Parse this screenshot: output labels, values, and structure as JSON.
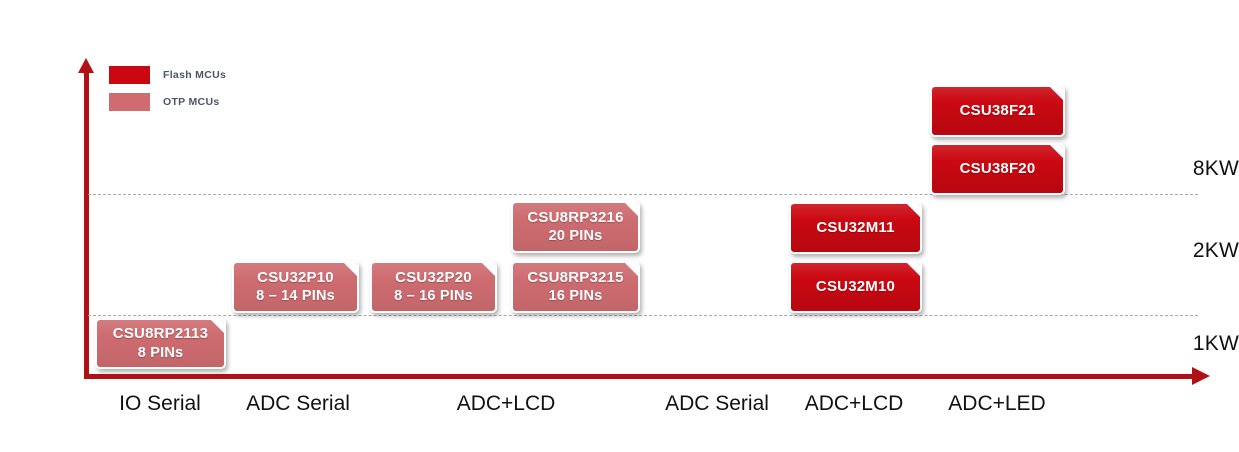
{
  "chart_data": {
    "type": "bar",
    "title": "",
    "xlabel": "",
    "ylabel": "",
    "grid": true,
    "legend_position": "top-left",
    "y_ticks": [
      "1KW",
      "2KW",
      "8KW"
    ],
    "gridlines": [
      "2KW-upper-band",
      "1KW-upper-band"
    ],
    "categories": [
      "IO Serial",
      "ADC Serial",
      "ADC+LCD",
      "ADC Serial",
      "ADC+LCD",
      "ADC+LED"
    ],
    "series": [
      {
        "name": "OTP MCUs",
        "color": "#CE6C70"
      },
      {
        "name": "Flash MCUs",
        "color": "#CB0812"
      }
    ],
    "items": [
      {
        "name": "CSU8RP2113",
        "pins": "8 PINs",
        "series": "OTP MCUs",
        "category": "IO Serial",
        "level": "1KW"
      },
      {
        "name": "CSU32P10",
        "pins": "8 – 14 PINs",
        "series": "OTP MCUs",
        "category": "ADC Serial",
        "level": "2KW"
      },
      {
        "name": "CSU32P20",
        "pins": "8 – 16 PINs",
        "series": "OTP MCUs",
        "category": "ADC+LCD",
        "level": "2KW"
      },
      {
        "name": "CSU8RP3215",
        "pins": "16 PINs",
        "series": "OTP MCUs",
        "category": "ADC+LCD",
        "level": "2KW"
      },
      {
        "name": "CSU8RP3216",
        "pins": "20 PINs",
        "series": "OTP MCUs",
        "category": "ADC+LCD",
        "level": "2KW+"
      },
      {
        "name": "CSU32M10",
        "pins": "",
        "series": "Flash MCUs",
        "category": "ADC Serial",
        "level": "2KW"
      },
      {
        "name": "CSU32M11",
        "pins": "",
        "series": "Flash MCUs",
        "category": "ADC+LCD",
        "level": "2KW+"
      },
      {
        "name": "CSU38F20",
        "pins": "",
        "series": "Flash MCUs",
        "category": "ADC+LED",
        "level": "8KW"
      },
      {
        "name": "CSU38F21",
        "pins": "",
        "series": "Flash MCUs",
        "category": "ADC+LED",
        "level": "8KW+"
      }
    ]
  },
  "legend": {
    "items": [
      {
        "label": "Flash MCUs",
        "color": "#CB0812"
      },
      {
        "label": "OTP MCUs",
        "color": "#CE6C70"
      }
    ]
  },
  "axes": {
    "y_ticks": [
      {
        "label": "8KW"
      },
      {
        "label": "2KW"
      },
      {
        "label": "1KW"
      }
    ],
    "x_labels": [
      {
        "label": "IO Serial"
      },
      {
        "label": "ADC Serial"
      },
      {
        "label": "ADC+LCD"
      },
      {
        "label": "ADC Serial"
      },
      {
        "label": "ADC+LCD"
      },
      {
        "label": "ADC+LED"
      }
    ]
  },
  "boxes": [
    {
      "title": "CSU8RP2113",
      "sub": "8 PINs"
    },
    {
      "title": "CSU32P10",
      "sub": "8 – 14 PINs"
    },
    {
      "title": "CSU32P20",
      "sub": "8 – 16 PINs"
    },
    {
      "title": "CSU8RP3215",
      "sub": "16 PINs"
    },
    {
      "title": "CSU8RP3216",
      "sub": "20 PINs"
    },
    {
      "title": "CSU32M10",
      "sub": ""
    },
    {
      "title": "CSU32M11",
      "sub": ""
    },
    {
      "title": "CSU38F20",
      "sub": ""
    },
    {
      "title": "CSU38F21",
      "sub": ""
    }
  ]
}
